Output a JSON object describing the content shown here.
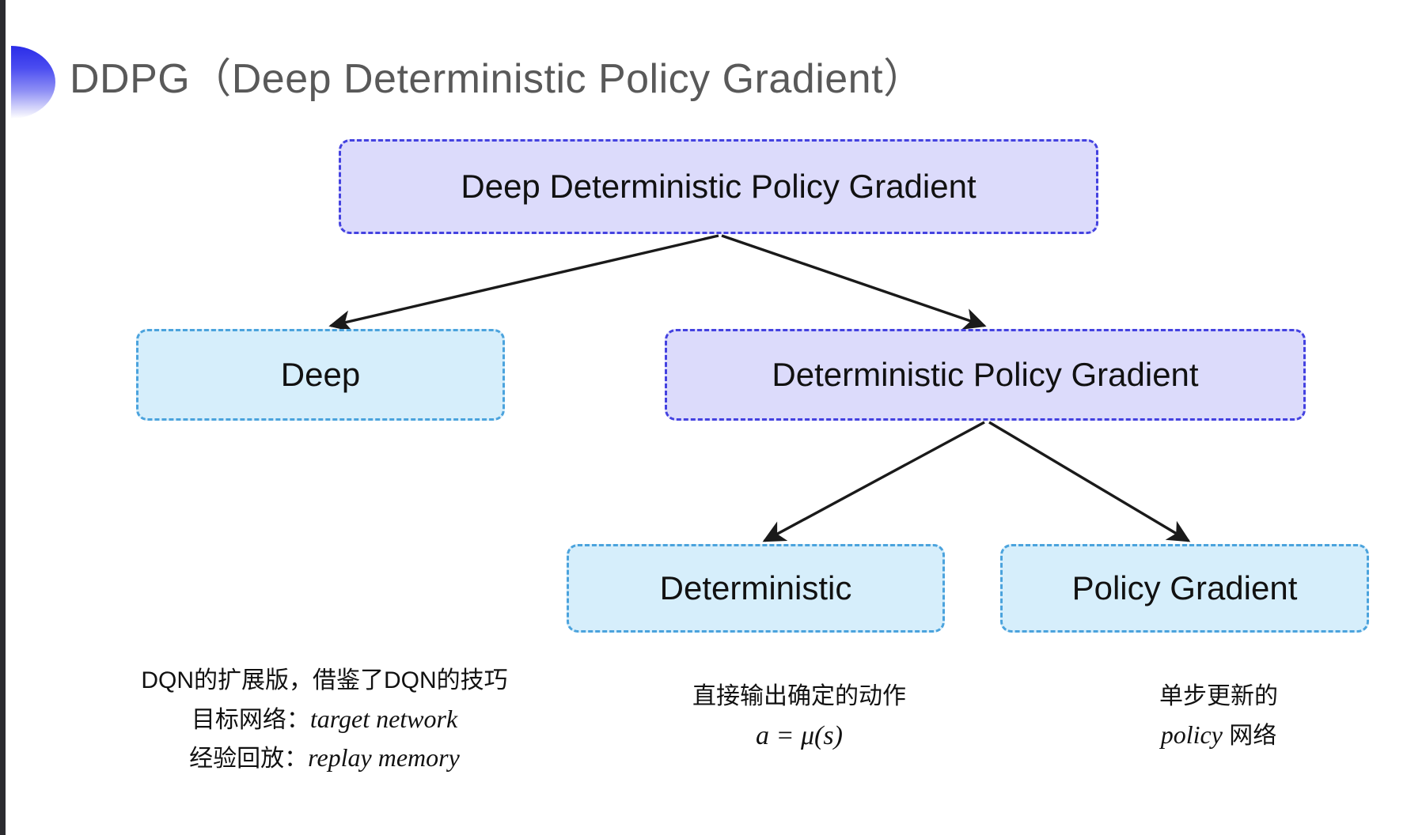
{
  "slide": {
    "title": "DDPG（Deep Deterministic Policy Gradient）",
    "background_color": "#ffffff",
    "decoration": "half-circle-gradient"
  },
  "colors": {
    "purple_fill": "#dcdbfb",
    "purple_border": "#4442e0",
    "blue_fill": "#d6eefb",
    "blue_border": "#4ba3dd",
    "title_text": "#595959",
    "node_text": "#111111",
    "connector": "#1a1a1a",
    "deco_gradient_start": "#2a2ce8",
    "deco_gradient_end": "#ffffff"
  },
  "diagram": {
    "nodes": [
      {
        "id": "root",
        "label": "Deep Deterministic Policy Gradient",
        "style": "purple"
      },
      {
        "id": "deep",
        "label": "Deep",
        "style": "blue"
      },
      {
        "id": "dpg",
        "label": "Deterministic Policy Gradient",
        "style": "purple"
      },
      {
        "id": "deterministic",
        "label": "Deterministic",
        "style": "blue"
      },
      {
        "id": "policy_gradient",
        "label": "Policy Gradient",
        "style": "blue"
      }
    ],
    "edges": [
      {
        "from": "root",
        "to": "deep"
      },
      {
        "from": "root",
        "to": "dpg"
      },
      {
        "from": "dpg",
        "to": "deterministic"
      },
      {
        "from": "dpg",
        "to": "policy_gradient"
      }
    ]
  },
  "annotations": {
    "deep": {
      "line1": "DQN的扩展版，借鉴了DQN的技巧",
      "line2_label": "目标网络：",
      "line2_term": "target network",
      "line3_label": "经验回放：",
      "line3_term": "replay memory"
    },
    "deterministic": {
      "line1": "直接输出确定的动作",
      "formula": "a = μ(s)"
    },
    "policy_gradient": {
      "line1": "单步更新的",
      "line2_term": "policy",
      "line2_suffix": " 网络"
    }
  }
}
